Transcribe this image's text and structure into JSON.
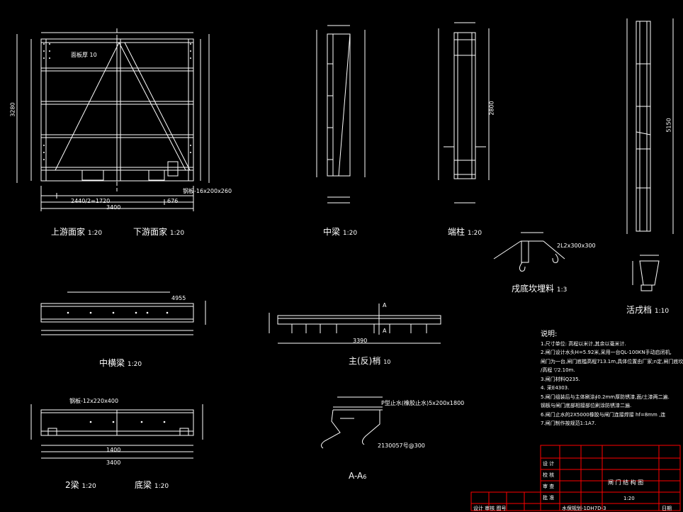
{
  "views": {
    "upstream_face": "上游面家",
    "upstream_scale": "1:20",
    "downstream_face": "下游面家",
    "downstream_scale": "1:20",
    "middle_beam": "中梁",
    "middle_beam_scale": "1:20",
    "end_column": "端柱",
    "end_column_scale": "1:20",
    "embedded_part": "戌底坎埋料",
    "embedded_part_scale": "1:3",
    "movable_block": "活戌档",
    "movable_block_scale": "1:10",
    "mid_longitudinal_beam": "中横梁",
    "mid_longitudinal_scale": "1:20",
    "main_beam": "主(反)梢",
    "main_beam_scale": "10",
    "section_aa": "A-A",
    "section_aa_scale": "6",
    "beam2": "2梁",
    "beam2_scale": "1:20",
    "bottom_beam": "底梁",
    "bottom_beam_scale": "1:20"
  },
  "annotations": {
    "panel_thickness": "面板厚 10",
    "plate_callout": "钢板-16x200x260",
    "plate_callout2": "钢板-12x220x400",
    "embedded_callout": "2L2x300x300",
    "section_a": "A",
    "rubber_seal": "P型止水(橡胶止水)5x200x1800",
    "bolt_callout": "2130057号@300",
    "overall_width": "3400",
    "overall_height": "3280",
    "dim_2440": "2440/2=1720",
    "dim_676": "676",
    "dim_1400": "1400",
    "dim_3400b": "3400",
    "main_len": "3390",
    "dim_4955": "4955",
    "end_col_2800": "2800",
    "side_5150": "5150"
  },
  "notes": {
    "heading": "说明:",
    "items": [
      "1.尺寸单位: 高程以米计,其余以毫米计.",
      "2.闸门设计水头H=5.92米,采用一台QL-100KN手动启闭机,",
      "  闸门为一台,闸门底槛高程713.1m,具体位置由厂家;n定,闸门底坎",
      "  /高程 ▽2.10m.",
      "3.闸门材料Q235.",
      "4.                 采E4303.",
      "5.闸门组装后与主体刷涂∮0.2mm厚防锈漆,面/土漆两二遍.",
      "  钢板与闸门底部相接部位刷涂防锈漆二遍.",
      "6.闸门止水的2X5000橡胶与闸门连接焊接 hf=8mm ,连",
      "7.闸门制作按规范1:1A7."
    ]
  },
  "title_block": {
    "drawing_title": "闸 门 结 构 图",
    "scale": "1:20",
    "row_labels": [
      "设 计",
      "校 核",
      "审 查",
      "批 准"
    ],
    "bottom_left": "设计  审核  图号",
    "drawing_no": "水保规划-1DH7D-3",
    "date_label": "日期"
  },
  "colors": {
    "background": "#000000",
    "lines": "#ffffff",
    "title_block_border": "#ff0000",
    "dimension_marks": "#00ff00"
  }
}
